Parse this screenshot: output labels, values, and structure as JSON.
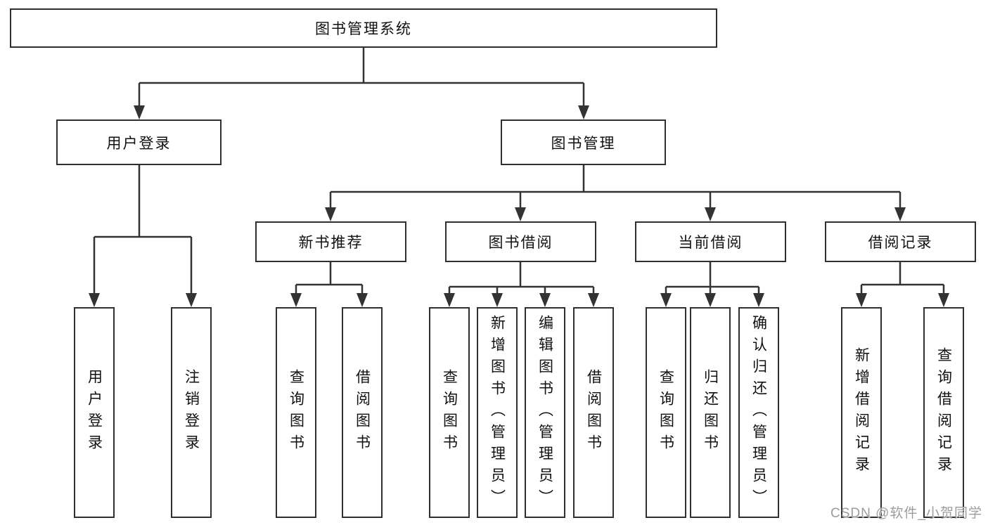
{
  "diagram": {
    "root": {
      "label": "图书管理系统"
    },
    "branches": [
      {
        "label": "用户登录",
        "children": [
          {
            "label": "用户登录"
          },
          {
            "label": "注销登录"
          }
        ]
      },
      {
        "label": "图书管理",
        "children": [
          {
            "label": "新书推荐",
            "children": [
              {
                "label": "查询图书"
              },
              {
                "label": "借阅图书"
              }
            ]
          },
          {
            "label": "图书借阅",
            "children": [
              {
                "label": "查询图书"
              },
              {
                "label": "新增图书（管理员）"
              },
              {
                "label": "编辑图书（管理员）"
              },
              {
                "label": "借阅图书"
              }
            ]
          },
          {
            "label": "当前借阅",
            "children": [
              {
                "label": "查询图书"
              },
              {
                "label": "归还图书"
              },
              {
                "label": "确认归还（管理员）"
              }
            ]
          },
          {
            "label": "借阅记录",
            "children": [
              {
                "label": "新增借阅记录"
              },
              {
                "label": "查询借阅记录"
              }
            ]
          }
        ]
      }
    ]
  },
  "watermark": {
    "text": "CSDN @软件_小贺同学"
  },
  "colors": {
    "line": "#333333",
    "box_border": "#2f2f2f",
    "text": "#111111",
    "background": "#ffffff",
    "watermark": "#9c9c9c"
  }
}
